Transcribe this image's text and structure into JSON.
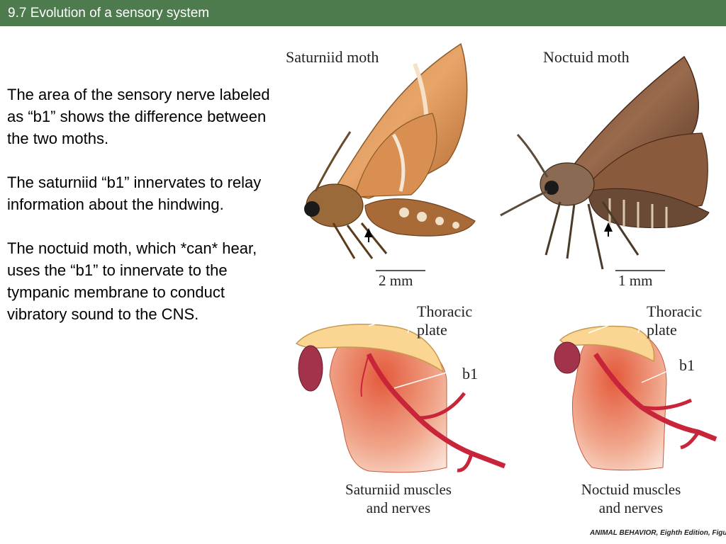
{
  "header": {
    "title": "9.7  Evolution of a sensory system"
  },
  "body": {
    "paragraphs": [
      "The area of the sensory nerve labeled as “b1” shows the difference between the two moths.",
      "The saturniid “b1” innervates to relay information about the hindwing.",
      "The noctuid moth, which *can* hear, uses the “b1” to innervate to the tympanic membrane to conduct vibratory sound to the CNS."
    ]
  },
  "figure": {
    "saturniid_moth_label": "Saturniid moth",
    "noctuid_moth_label": "Noctuid moth",
    "saturniid_scale": "2 mm",
    "noctuid_scale": "1 mm",
    "thoracic_plate_label_left": "Thoracic\nplate",
    "thoracic_plate_label_right": "Thoracic\nplate",
    "b1_label_left": "b1",
    "b1_label_right": "b1",
    "saturniid_caption": "Saturniid muscles\nand nerves",
    "noctuid_caption": "Noctuid muscles\nand nerves",
    "credit": "ANIMAL BEHAVIOR, Eighth Edition, Figure"
  }
}
